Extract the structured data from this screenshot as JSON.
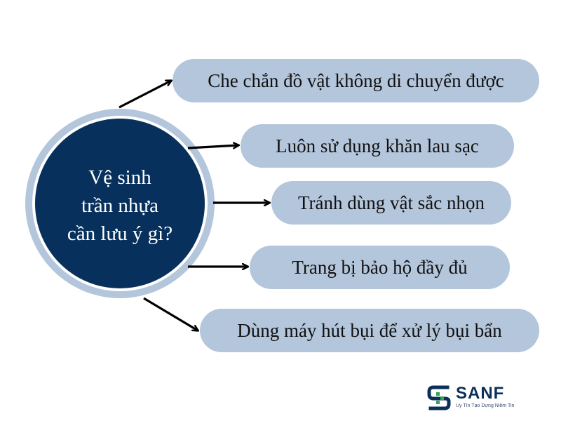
{
  "diagram": {
    "center": {
      "lines": [
        "Vệ sinh",
        "trần nhựa",
        "cần lưu ý gì?"
      ]
    },
    "items": [
      {
        "label": "Che chắn đồ vật không di chuyển được"
      },
      {
        "label": "Luôn sử dụng khăn lau sạc"
      },
      {
        "label": "Tránh dùng vật sắc nhọn"
      },
      {
        "label": "Trang bị bảo hộ đầy đủ"
      },
      {
        "label": "Dùng máy hút bụi để xử lý bụi bẩn"
      }
    ]
  },
  "logo": {
    "name": "SANF",
    "tagline": "Uy Tín Tạo Dựng Niềm Tin"
  },
  "colors": {
    "circle_fill": "#08305c",
    "pill_fill": "#b4c6dc",
    "arrow": "#000000",
    "logo_green": "#2fa84f",
    "logo_navy": "#0c2f5a"
  }
}
